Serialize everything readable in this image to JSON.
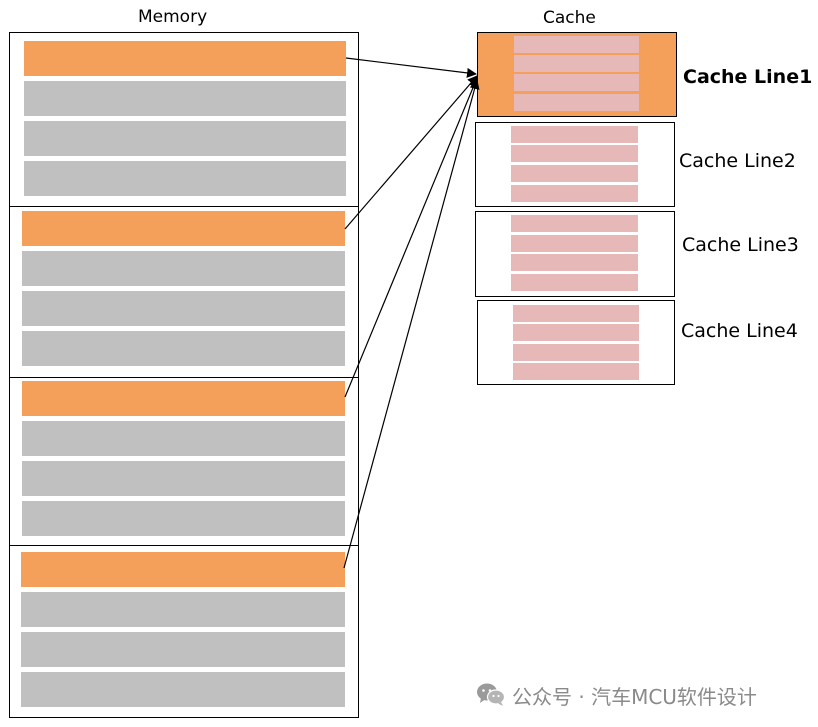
{
  "memory": {
    "title": "Memory"
  },
  "cache": {
    "title": "Cache",
    "lines": [
      {
        "label": "Cache Line1",
        "highlighted": true
      },
      {
        "label": "Cache Line2",
        "highlighted": false
      },
      {
        "label": "Cache Line3",
        "highlighted": false
      },
      {
        "label": "Cache Line4",
        "highlighted": false
      }
    ]
  },
  "colors": {
    "orange": "#F5A05A",
    "gray": "#C0C0C0",
    "pink": "#E6B9B8",
    "arrow": "#000000"
  },
  "watermark": {
    "icon": "wechat-icon",
    "text": "公众号 · 汽车MCU软件设计"
  }
}
